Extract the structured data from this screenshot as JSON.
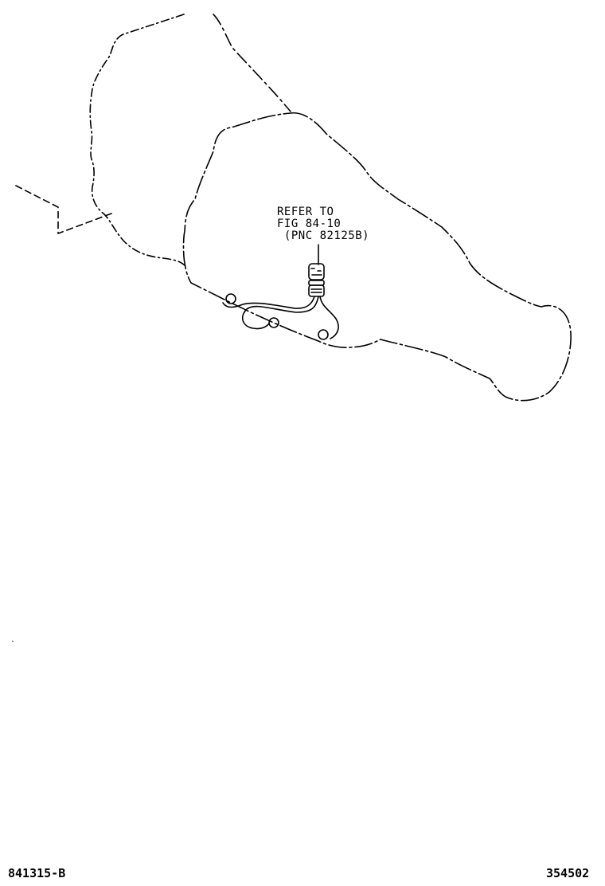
{
  "diagram": {
    "type": "parts-illustration",
    "callout": {
      "line1": "REFER TO",
      "line2": "FIG 84-10",
      "line3": " (PNC 82125B)"
    },
    "footer": {
      "illustration_code": "841315-B",
      "reference_number": "354502"
    },
    "colors": {
      "line": "#000000",
      "background": "#ffffff"
    }
  }
}
